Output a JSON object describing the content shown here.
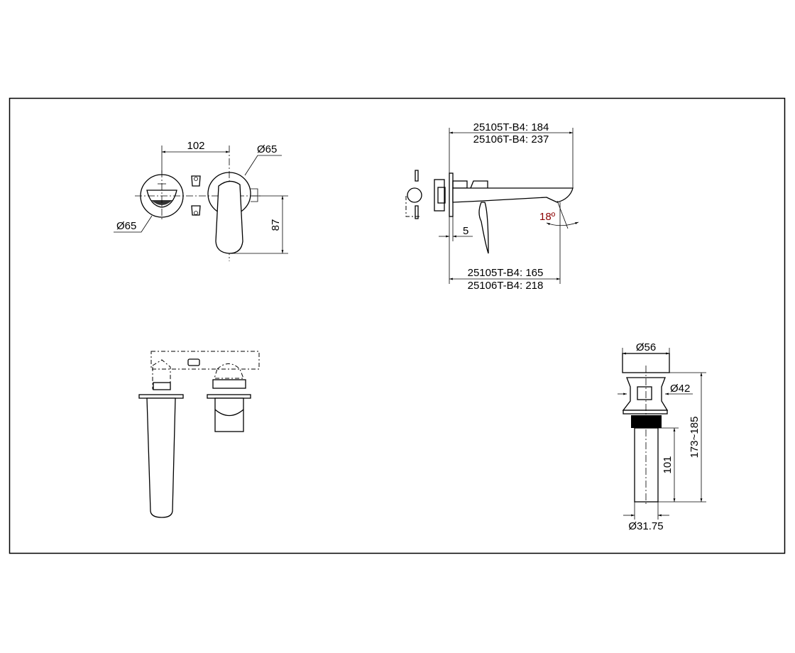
{
  "drawing": {
    "front_view": {
      "dim_spacing": "102",
      "dim_right_diameter": "Ø65",
      "dim_left_diameter": "Ø65",
      "dim_height": "87"
    },
    "side_view": {
      "dim_top_line1": "25105T-B4: 184",
      "dim_top_line2": "25106T-B4: 237",
      "dim_plate": "5",
      "angle": "18º",
      "dim_bottom_line1": "25105T-B4: 165",
      "dim_bottom_line2": "25106T-B4: 218"
    },
    "drain_view": {
      "dim_cap_diameter": "Ø56",
      "dim_body_diameter": "Ø42",
      "dim_total_height": "173~185",
      "dim_pipe_length": "101",
      "dim_pipe_diameter": "Ø31.75"
    }
  }
}
